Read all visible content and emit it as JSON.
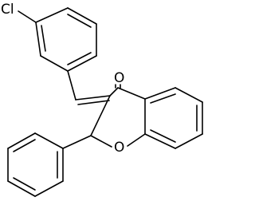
{
  "structure": {
    "labels": {
      "chlorine": "Cl",
      "carbonyl_oxygen": "O",
      "ring_oxygen": "O"
    }
  },
  "colors": {
    "background": "#ffffff",
    "bond": "#000000",
    "text": "#000000"
  }
}
